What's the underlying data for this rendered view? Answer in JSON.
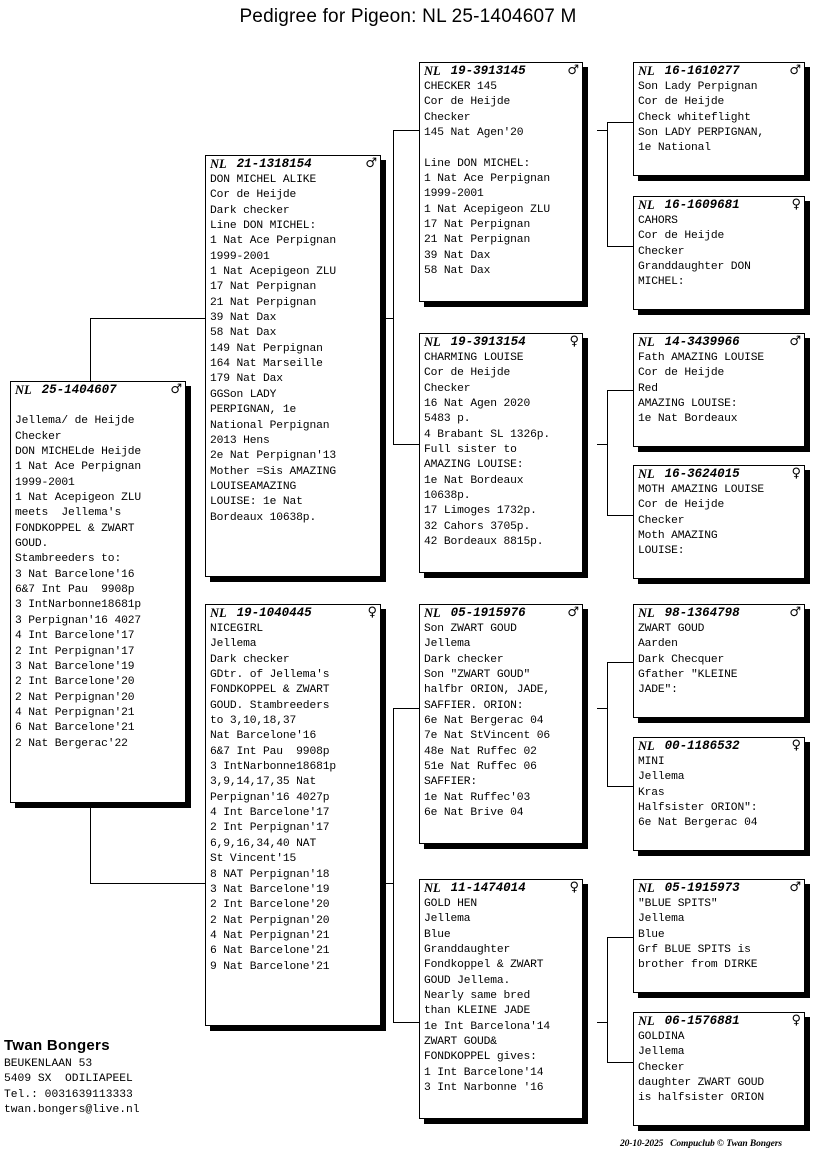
{
  "title": "Pedigree for Pigeon: NL  25-1404607 M",
  "icons": {
    "male": "♂",
    "female": "♀"
  },
  "boxes": {
    "subject": {
      "country": "NL",
      "ring": "25-1404607",
      "sex": "male",
      "lines": [
        "",
        "Jellema/ de Heijde",
        "Checker",
        "DON MICHELde Heijde",
        "1 Nat Ace Perpignan",
        "1999-2001",
        "1 Nat Acepigeon ZLU",
        "meets  Jellema's",
        "FONDKOPPEL & ZWART",
        "GOUD.",
        "Stambreeders to:",
        "3 Nat Barcelone'16",
        "6&7 Int Pau  9908p",
        "3 IntNarbonne18681p",
        "3 Perpignan'16 4027",
        "4 Int Barcelone'17",
        "2 Int Perpignan'17",
        "3 Nat Barcelone'19",
        "2 Int Barcelone'20",
        "2 Nat Perpignan'20",
        "4 Nat Perpignan'21",
        "6 Nat Barcelone'21",
        "2 Nat Bergerac'22"
      ]
    },
    "sire": {
      "country": "NL",
      "ring": "21-1318154",
      "sex": "male",
      "lines": [
        "DON MICHEL ALIKE",
        "Cor de Heijde",
        "Dark checker",
        "Line DON MICHEL:",
        "1 Nat Ace Perpignan",
        "1999-2001",
        "1 Nat Acepigeon ZLU",
        "17 Nat Perpignan",
        "21 Nat Perpignan",
        "39 Nat Dax",
        "58 Nat Dax",
        "149 Nat Perpignan",
        "164 Nat Marseille",
        "179 Nat Dax",
        "GGSon LADY",
        "PERPIGNAN, 1e",
        "National Perpignan",
        "2013 Hens",
        "2e Nat Perpignan'13",
        "Mother =Sis AMAZING",
        "LOUISEAMAZING",
        "LOUISE: 1e Nat",
        "Bordeaux 10638p."
      ]
    },
    "dam": {
      "country": "NL",
      "ring": "19-1040445",
      "sex": "female",
      "lines": [
        "NICEGIRL",
        "Jellema",
        "Dark checker",
        "GDtr. of Jellema's",
        "FONDKOPPEL & ZWART",
        "GOUD. Stambreeders",
        "to 3,10,18,37",
        "Nat Barcelone'16",
        "6&7 Int Pau  9908p",
        "3 IntNarbonne18681p",
        "3,9,14,17,35 Nat",
        "Perpignan'16 4027p",
        "4 Int Barcelone'17",
        "2 Int Perpignan'17",
        "6,9,16,34,40 NAT",
        "St Vincent'15",
        "8 NAT Perpignan'18",
        "3 Nat Barcelone'19",
        "2 Int Barcelone'20",
        "2 Nat Perpignan'20",
        "4 Nat Perpignan'21",
        "6 Nat Barcelone'21",
        "9 Nat Barcelone'21"
      ]
    },
    "sire_sire": {
      "country": "NL",
      "ring": "19-3913145",
      "sex": "male",
      "lines": [
        "CHECKER 145",
        "Cor de Heijde",
        "Checker",
        "145 Nat Agen'20",
        "",
        "Line DON MICHEL:",
        "1 Nat Ace Perpignan",
        "1999-2001",
        "1 Nat Acepigeon ZLU",
        "17 Nat Perpignan",
        "21 Nat Perpignan",
        "39 Nat Dax",
        "58 Nat Dax"
      ]
    },
    "sire_dam": {
      "country": "NL",
      "ring": "19-3913154",
      "sex": "female",
      "lines": [
        "CHARMING LOUISE",
        "Cor de Heijde",
        "Checker",
        "16 Nat Agen 2020",
        "5483 p.",
        "4 Brabant SL 1326p.",
        "Full sister to",
        "AMAZING LOUISE:",
        "1e Nat Bordeaux",
        "10638p.",
        "17 Limoges 1732p.",
        "32 Cahors 3705p.",
        "42 Bordeaux 8815p."
      ]
    },
    "dam_sire": {
      "country": "NL",
      "ring": "05-1915976",
      "sex": "male",
      "lines": [
        "Son ZWART GOUD",
        "Jellema",
        "Dark checker",
        "Son \"ZWART GOUD\"",
        "halfbr ORION, JADE,",
        "SAFFIER. ORION:",
        "6e Nat Bergerac 04",
        "7e Nat StVincent 06",
        "48e Nat Ruffec 02",
        "51e Nat Ruffec 06",
        "SAFFIER:",
        "1e Nat Ruffec'03",
        "6e Nat Brive 04"
      ]
    },
    "dam_dam": {
      "country": "NL",
      "ring": "11-1474014",
      "sex": "female",
      "lines": [
        "GOLD HEN",
        "Jellema",
        "Blue",
        "Granddaughter",
        "Fondkoppel & ZWART",
        "GOUD Jellema.",
        "Nearly same bred",
        "than KLEINE JADE",
        "1e Int Barcelona'14",
        "ZWART GOUD&",
        "FONDKOPPEL gives:",
        "1 Int Barcelone'14",
        "3 Int Narbonne '16"
      ]
    },
    "ss_sire": {
      "country": "NL",
      "ring": "16-1610277",
      "sex": "male",
      "lines": [
        "Son Lady Perpignan",
        "Cor de Heijde",
        "Check whiteflight",
        "Son LADY PERPIGNAN,",
        "1e National"
      ]
    },
    "ss_dam": {
      "country": "NL",
      "ring": "16-1609681",
      "sex": "female",
      "lines": [
        "CAHORS",
        "Cor de Heijde",
        "Checker",
        "Granddaughter DON",
        "MICHEL:"
      ]
    },
    "sd_sire": {
      "country": "NL",
      "ring": "14-3439966",
      "sex": "male",
      "lines": [
        "Fath AMAZING LOUISE",
        "Cor de Heijde",
        "Red",
        "AMAZING LOUISE:",
        "1e Nat Bordeaux"
      ]
    },
    "sd_dam": {
      "country": "NL",
      "ring": "16-3624015",
      "sex": "female",
      "lines": [
        "MOTH AMAZING LOUISE",
        "Cor de Heijde",
        "Checker",
        "Moth AMAZING",
        "LOUISE:"
      ]
    },
    "ds_sire": {
      "country": "NL",
      "ring": "98-1364798",
      "sex": "male",
      "lines": [
        "ZWART GOUD",
        "Aarden",
        "Dark Checquer",
        "Gfather \"KLEINE",
        "JADE\":"
      ]
    },
    "ds_dam": {
      "country": "NL",
      "ring": "00-1186532",
      "sex": "female",
      "lines": [
        "MINI",
        "Jellema",
        "Kras",
        "Halfsister ORION\":",
        "6e Nat Bergerac 04"
      ]
    },
    "dd_sire": {
      "country": "NL",
      "ring": "05-1915973",
      "sex": "male",
      "lines": [
        "\"BLUE SPITS\"",
        "Jellema",
        "Blue",
        "Grf BLUE SPITS is",
        "brother from DIRKE"
      ]
    },
    "dd_dam": {
      "country": "NL",
      "ring": "06-1576881",
      "sex": "female",
      "lines": [
        "GOLDINA",
        "Jellema",
        "Checker",
        "daughter ZWART GOUD",
        "is halfsister ORION"
      ]
    }
  },
  "breeder": {
    "name": "Twan Bongers",
    "street": "BEUKENLAAN 53",
    "city": "5409 SX  ODILIAPEEL",
    "tel": "Tel.: 0031639113333",
    "email": "twan.bongers@live.nl"
  },
  "footer": {
    "copyright": "20-10-2025   Compuclub © Twan Bongers"
  }
}
